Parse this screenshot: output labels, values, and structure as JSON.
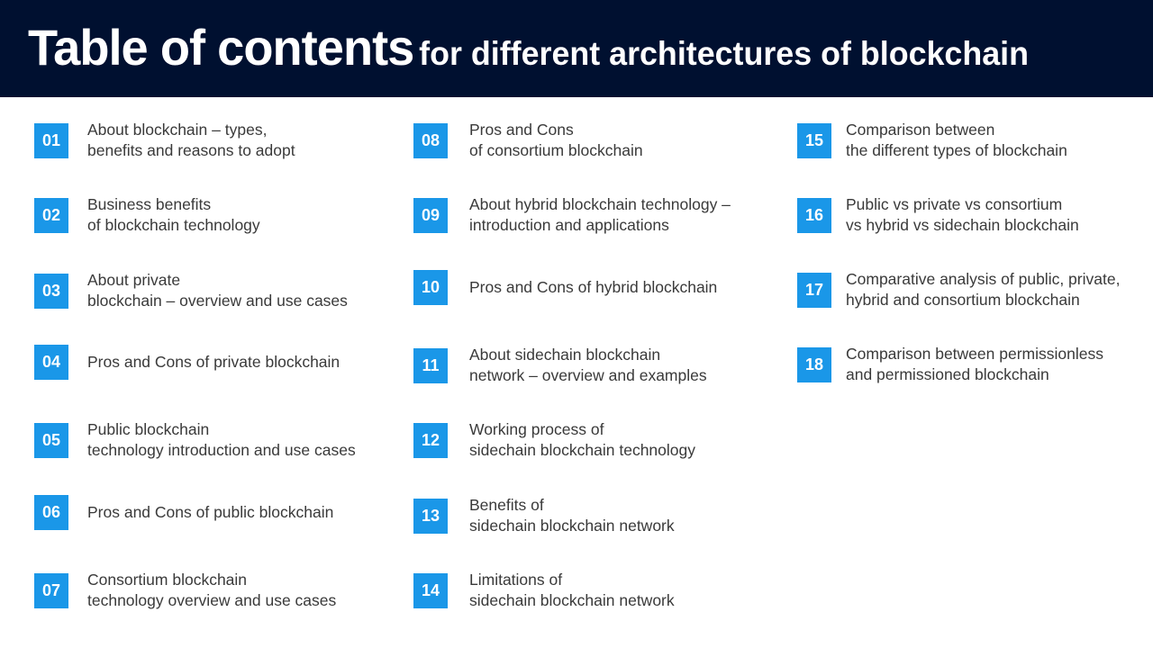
{
  "header": {
    "title_main": "Table of contents",
    "title_sub": "for different architectures of blockchain",
    "background_color": "#001030"
  },
  "accent_color": "#1a97e8",
  "columns": [
    {
      "items": [
        {
          "number": "01",
          "text": "About blockchain – types,\nbenefits and reasons to adopt"
        },
        {
          "number": "02",
          "text": "Business benefits\nof blockchain technology"
        },
        {
          "number": "03",
          "text": "About private\nblockchain – overview and use cases"
        },
        {
          "number": "04",
          "text": "Pros and Cons of private blockchain"
        },
        {
          "number": "05",
          "text": "Public blockchain\ntechnology introduction and use cases"
        },
        {
          "number": "06",
          "text": "Pros and Cons of public blockchain"
        },
        {
          "number": "07",
          "text": "Consortium blockchain\ntechnology overview and use cases"
        }
      ]
    },
    {
      "items": [
        {
          "number": "08",
          "text": "Pros and Cons\nof consortium blockchain"
        },
        {
          "number": "09",
          "text": "About hybrid blockchain technology –\nintroduction and applications"
        },
        {
          "number": "10",
          "text": "Pros and Cons of hybrid blockchain"
        },
        {
          "number": "11",
          "text": "About sidechain blockchain\nnetwork – overview and examples"
        },
        {
          "number": "12",
          "text": "Working process of\nsidechain blockchain technology"
        },
        {
          "number": "13",
          "text": "Benefits of\nsidechain blockchain network"
        },
        {
          "number": "14",
          "text": "Limitations of\nsidechain blockchain network"
        }
      ]
    },
    {
      "items": [
        {
          "number": "15",
          "text": "Comparison between\nthe different types of blockchain"
        },
        {
          "number": "16",
          "text": "Public vs private vs consortium\nvs hybrid vs sidechain blockchain"
        },
        {
          "number": "17",
          "text": "Comparative analysis of public, private,\nhybrid and consortium blockchain"
        },
        {
          "number": "18",
          "text": "Comparison between permissionless\nand permissioned blockchain"
        }
      ]
    }
  ]
}
